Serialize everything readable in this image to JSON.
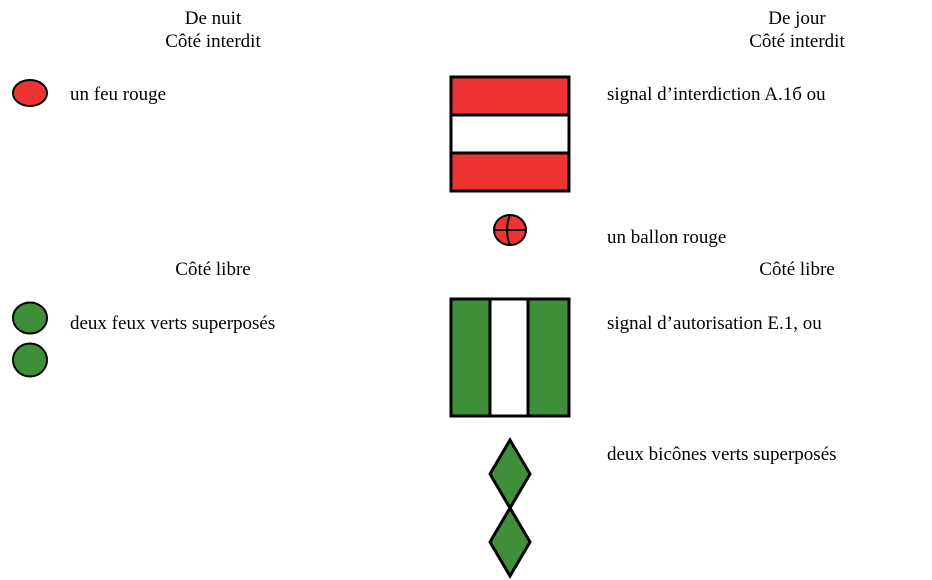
{
  "night": {
    "header": {
      "line1": "De nuit",
      "line2": "Côté interdit"
    },
    "forbidden_label": "un feu rouge",
    "free_heading": "Côté libre",
    "free_label": "deux feux verts superposés"
  },
  "day": {
    "header": {
      "line1": "De jour",
      "line2": "Côté interdit"
    },
    "forbidden_sign_label": "signal d’interdiction A.1б ou",
    "ball_label": "un ballon rouge",
    "free_heading": "Côté libre",
    "free_sign_label": "signal d’autorisation E.1, ou",
    "bicones_label": "deux bicônes verts superposés"
  },
  "colors": {
    "red": "#ee3333",
    "green": "#3f8f3a",
    "outline": "#000000",
    "white": "#ffffff"
  },
  "icons": {
    "red_light": "red-light-icon",
    "green_lights": "green-light-icon",
    "sign_a1": "sign-a1-icon",
    "red_ball": "red-ball-icon",
    "sign_e1": "sign-e1-icon",
    "bicone": "green-bicone-icon"
  }
}
